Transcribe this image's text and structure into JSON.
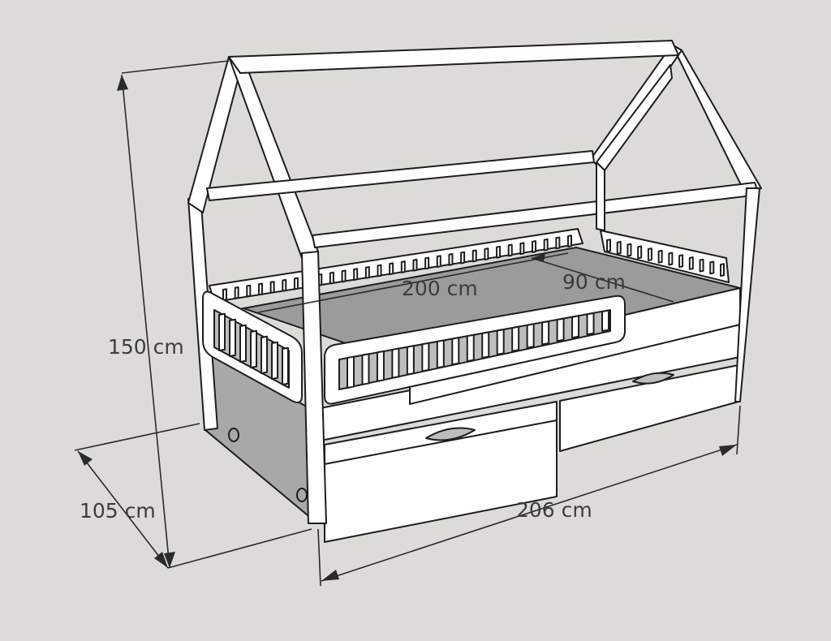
{
  "diagram": {
    "subject": "house-frame children's bed with two drawers",
    "dimensions": {
      "height": "150 cm",
      "depth": "105 cm",
      "length": "206 cm",
      "mattress_length": "200 cm",
      "mattress_width": "90 cm"
    }
  },
  "colors": {
    "background": "#dcdbd7",
    "frame": "#ffffff",
    "outline": "#1e1e1e",
    "mattress": "#9b9b9b",
    "label": "#3c3c3c"
  }
}
